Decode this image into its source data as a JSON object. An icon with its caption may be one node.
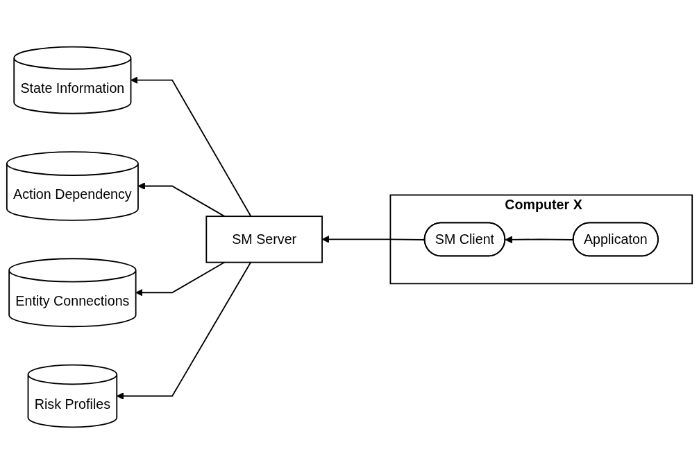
{
  "diagram": {
    "nodes": [
      {
        "text": [
          "State Information"
        ]
      },
      {
        "text": [
          "Action Dependency"
        ]
      },
      {
        "text": [
          "Computer X"
        ]
      },
      {
        "text": [
          "SM Client"
        ],
        "in": 2
      },
      {
        "text": [
          "SM Server"
        ]
      },
      {
        "text": [
          "Entity Connections"
        ]
      },
      {
        "text": [
          "Applicaton"
        ],
        "in": 2
      },
      {
        "text": [
          "Risk Profiles"
        ]
      }
    ],
    "edges": [
      {
        "from": 4,
        "to": 0,
        "arrow": "to"
      },
      {
        "from": 4,
        "to": 1,
        "arrow": "to"
      },
      {
        "from": 3,
        "to": 4,
        "arrow": "to"
      },
      {
        "from": 6,
        "to": 3,
        "arrow": "to"
      },
      {
        "from": 4,
        "to": 5,
        "arrow": "to"
      },
      {
        "from": 4,
        "to": 7,
        "arrow": "to"
      }
    ]
  }
}
